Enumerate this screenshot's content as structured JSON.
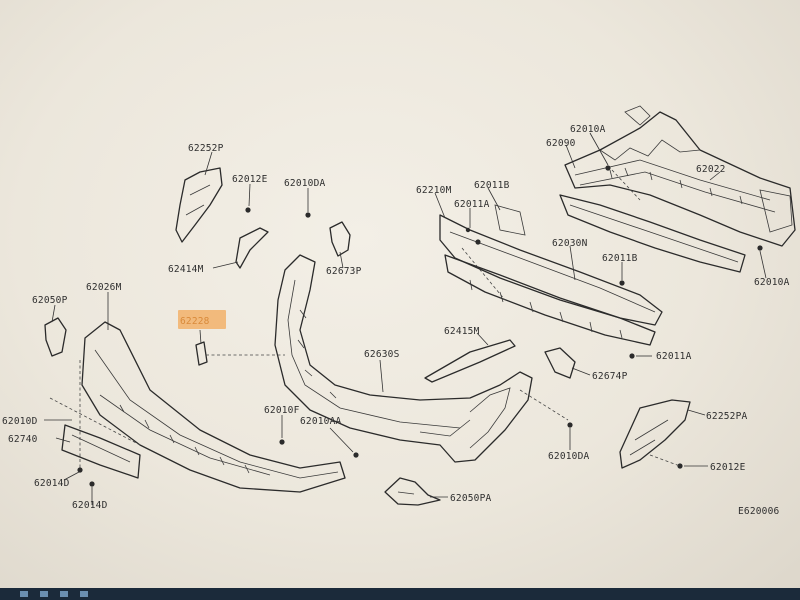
{
  "diagram": {
    "reference": "E620006",
    "highlight_color": "#f2b26a",
    "highlighted_part": "62228",
    "labels": {
      "p62252P": "62252P",
      "p62012E_top": "62012E",
      "p62010DA_top": "62010DA",
      "p62414M": "62414M",
      "p62673P": "62673P",
      "p62050P": "62050P",
      "p62026M": "62026M",
      "p62228": "62228",
      "p62010D": "62010D",
      "p62740": "62740",
      "p62014D_a": "62014D",
      "p62014D_b": "62014D",
      "p62010F": "62010F",
      "p62010AA": "62010AA",
      "p62630S": "62630S",
      "p62415M": "62415M",
      "p62050PA": "62050PA",
      "p62210M": "62210M",
      "p62011B_top": "62011B",
      "p62011A_top": "62011A",
      "p62010A_top": "62010A",
      "p62090": "62090",
      "p62022": "62022",
      "p62030N": "62030N",
      "p62011B_mid": "62011B",
      "p62010A_right": "62010A",
      "p62011A_mid": "62011A",
      "p62674P": "62674P",
      "p62010DA_bot": "62010DA",
      "p62252PA": "62252PA",
      "p62012E_bot": "62012E"
    }
  }
}
